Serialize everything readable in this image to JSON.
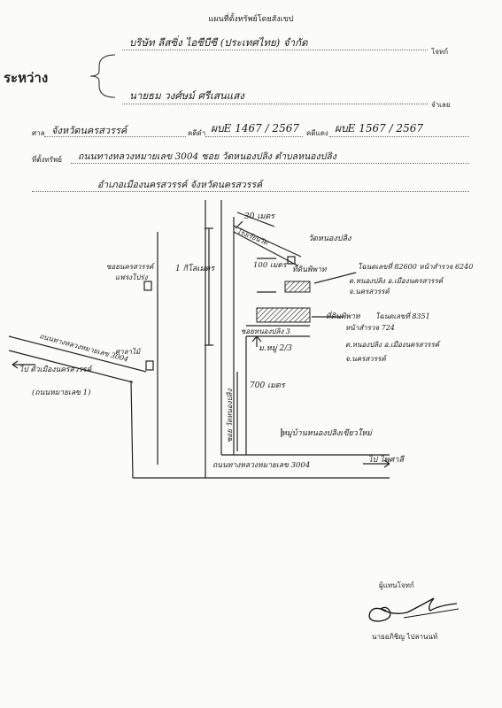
{
  "header": {
    "title": "แผนที่ตั้งทรัพย์โดยสังเขป",
    "between_label": "ระหว่าง",
    "plaintiff_label": "โจทก์",
    "plaintiff_name": "บริษัท ลีสซิ่ง ไอซีบีซี (ประเทศไทย) จำกัด",
    "defendant_label": "จำเลย",
    "defendant_name": "นายธม วงศ์ษม์ ศรีเสนแสง",
    "court_label": "ศาล",
    "court_value": "จังหวัดนครสวรรค์",
    "black_case_label": "คดีดำ",
    "black_case_value": "ผบE 1467 / 2567",
    "red_case_label": "คดีแดง",
    "red_case_value": "ผบE 1567 / 2567",
    "location_label": "ที่ตั้งทรัพย์",
    "location_line1": "ถนนทางหลวงหมายเลข 3004 ซอย วัดหนองปลิง ตำบลหนองปลิง",
    "location_line2": "อำเภอเมืองนครสวรรค์ จังหวัดนครสวรรค์"
  },
  "map": {
    "distance_top": "30 เมตร",
    "distance_side": "100 เมตร",
    "distance_left_road": "1 กิโลเมตร",
    "distance_bottom": "700 เมตร",
    "temple": "วัดหนองปลิง",
    "nearby_school": "โรงเรียนวัด",
    "soi_left": "ซอยนครสวรรค์",
    "soi_left_2": "แฟรงโปร่ง",
    "soi_lane3": "ซอยหนองปลิง 3",
    "soi_vertical": "ซอย วัดหนองปลิง",
    "moo_label": "ม.หมู่ 2/3",
    "left_mark": "ศาลาไม้",
    "highway_left": "ถนนทางหลวงหมายเลข 3004",
    "to_city": "ไป ตัวเมืองนครสวรรค์",
    "to_city_sub": "(ถนนหมายเลข 1)",
    "plot1_label": "ที่ดินพิพาท",
    "plot1_deed": "โฉนดเลขที่ 82600 หน้าสำรวจ 6240",
    "plot1_tambon": "ต.หนองปลิง อ.เมืองนครสวรรค์",
    "plot1_province": "จ.นครสวรรค์",
    "plot2_label": "ที่ดินพิพาท",
    "plot2_deed": "โฉนดเลขที่ 8351",
    "plot2_survey": "หน้าสำรวจ 724",
    "plot2_tambon": "ต.หนองปลิง อ.เมืองนครสวรรค์",
    "plot2_province": "จ.นครสวรรค์",
    "village": "หมู่บ้านหนองปลิงเขียวใหม่",
    "highway_bottom": "ถนนทางหลวงหมายเลข 3004",
    "to_right": "ไป ไพศาลี"
  },
  "signature": {
    "role": "ผู้แทนโจทก์",
    "name": "นายอภิชิญ ไปลานนท์"
  }
}
